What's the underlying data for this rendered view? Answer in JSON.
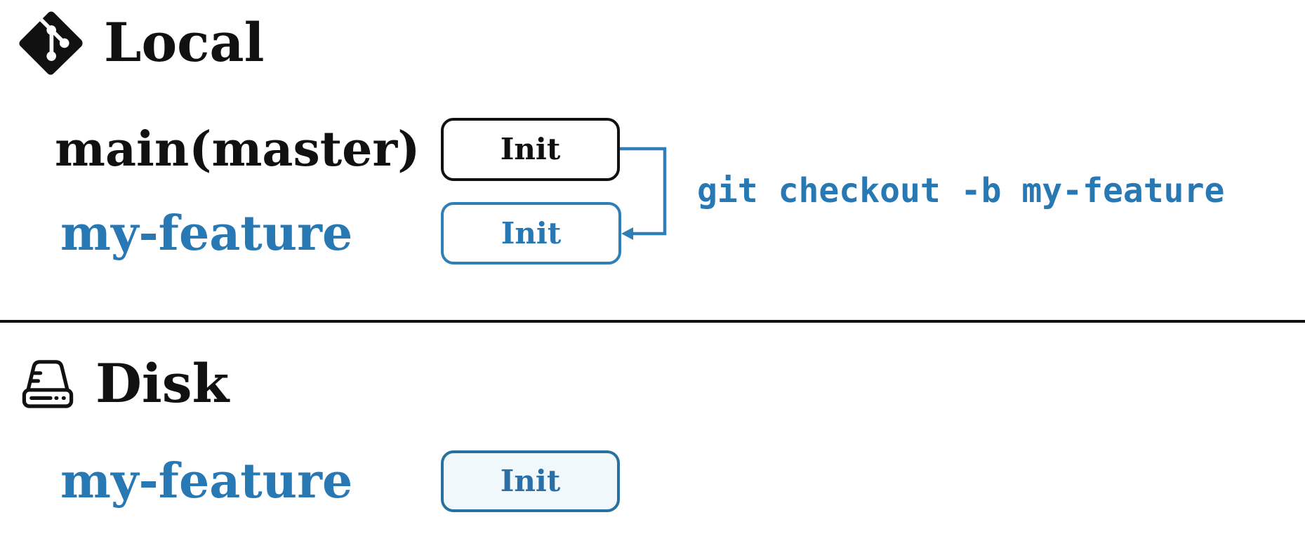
{
  "colors": {
    "background": "#ffffff",
    "ink": "#111111",
    "accent_blue": "#2878b4",
    "arrow_blue": "#2e7fb8",
    "disk_border_blue": "#28719f",
    "disk_text_blue": "#2b6fa8",
    "disk_box_fill": "#f1f8fc"
  },
  "local": {
    "title": "Local",
    "icon": "git-icon",
    "branches": [
      {
        "name": "main(master)",
        "commit_label": "Init",
        "style": "black-outline"
      },
      {
        "name": "my-feature",
        "commit_label": "Init",
        "style": "blue-outline"
      }
    ],
    "command_annotation": "git checkout -b my-feature"
  },
  "disk": {
    "title": "Disk",
    "icon": "hard-drive-icon",
    "branches": [
      {
        "name": "my-feature",
        "commit_label": "Init",
        "style": "blue-filled"
      }
    ]
  }
}
